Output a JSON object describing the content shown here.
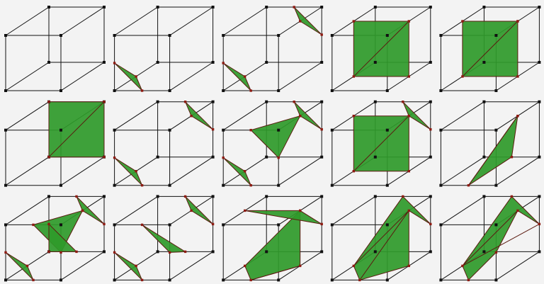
{
  "figure": {
    "grid": {
      "rows": 3,
      "cols": 5
    },
    "colors": {
      "background": "#f3f3f3",
      "edge": "#111111",
      "corner": "#111111",
      "polygon_fill": "#2f9a2a",
      "polygon_stroke": "#5b1b10",
      "cut_point": "#8e1b12"
    },
    "cases": [
      {
        "id": 0,
        "polys": []
      },
      {
        "id": 1,
        "polys": [
          [
            [
              0,
              0,
              0.5
            ],
            [
              0.5,
              0,
              0
            ],
            [
              0,
              0.5,
              0
            ]
          ]
        ]
      },
      {
        "id": 2,
        "polys": [
          [
            [
              0,
              0,
              0.5
            ],
            [
              0.5,
              0,
              0
            ],
            [
              0,
              0.5,
              0
            ]
          ],
          [
            [
              1,
              1,
              0.5
            ],
            [
              1,
              0.5,
              1
            ],
            [
              0.5,
              1,
              1
            ]
          ]
        ]
      },
      {
        "id": 3,
        "polys": [
          [
            [
              0,
              0,
              0.5
            ],
            [
              0,
              1,
              0.5
            ],
            [
              1,
              1,
              0.5
            ],
            [
              1,
              0,
              0.5
            ]
          ],
          [
            [
              0,
              0,
              0.5
            ],
            [
              1,
              1,
              0.5
            ]
          ]
        ]
      },
      {
        "id": 4,
        "polys": [
          [
            [
              0,
              0,
              0.5
            ],
            [
              0,
              1,
              0.5
            ],
            [
              1,
              1,
              0.5
            ],
            [
              1,
              1,
              0.5
            ],
            [
              1,
              0,
              0.5
            ]
          ],
          [
            [
              0,
              0,
              0.5
            ],
            [
              1,
              1,
              0.5
            ]
          ]
        ]
      },
      {
        "id": 5,
        "polys": [
          [
            [
              0,
              0,
              1
            ],
            [
              0,
              1,
              1
            ],
            [
              1,
              1,
              1
            ],
            [
              1,
              0,
              1
            ]
          ],
          [
            [
              0,
              0,
              1
            ],
            [
              1,
              1,
              1
            ]
          ]
        ]
      },
      {
        "id": 6,
        "polys": [
          [
            [
              0.5,
              0,
              0
            ],
            [
              0,
              0,
              0.5
            ],
            [
              0,
              0.5,
              0
            ]
          ],
          [
            [
              1,
              0.5,
              1
            ],
            [
              1,
              1,
              0.5
            ],
            [
              0.5,
              1,
              1
            ]
          ]
        ]
      },
      {
        "id": 7,
        "polys": [
          [
            [
              0.5,
              0,
              0
            ],
            [
              0,
              0,
              0.5
            ],
            [
              0,
              0.5,
              0
            ]
          ],
          [
            [
              0.5,
              1,
              1
            ],
            [
              1,
              0.5,
              1
            ],
            [
              1,
              1,
              0.5
            ]
          ],
          [
            [
              1,
              0.5,
              0
            ],
            [
              1,
              1,
              0.5
            ],
            [
              0.5,
              1,
              0
            ]
          ]
        ]
      },
      {
        "id": 8,
        "polys": [
          [
            [
              0,
              0,
              0.5
            ],
            [
              1,
              0,
              0.5
            ],
            [
              1,
              1,
              0.5
            ],
            [
              0,
              1,
              0.5
            ]
          ],
          [
            [
              0,
              0,
              0.5
            ],
            [
              1,
              1,
              0.5
            ]
          ],
          [
            [
              1,
              0.5,
              1
            ],
            [
              1,
              1,
              0.5
            ],
            [
              0.5,
              1,
              1
            ]
          ]
        ]
      },
      {
        "id": 9,
        "polys": [
          [
            [
              0.5,
              0,
              0
            ],
            [
              0.5,
              0,
              1
            ],
            [
              1,
              1,
              0.5
            ],
            [
              1,
              1,
              0.5
            ]
          ],
          [
            [
              0.5,
              0,
              0
            ],
            [
              1,
              1,
              0.5
            ]
          ]
        ]
      },
      {
        "id": 10,
        "polys": [
          [
            [
              0,
              0,
              0.5
            ],
            [
              0.5,
              0,
              0
            ],
            [
              0,
              0.5,
              0
            ]
          ],
          [
            [
              1,
              1,
              0.5
            ],
            [
              1,
              0.5,
              1
            ],
            [
              0.5,
              1,
              1
            ]
          ],
          [
            [
              1,
              0.5,
              0
            ],
            [
              0.5,
              1,
              0
            ],
            [
              1,
              1,
              0.5
            ]
          ],
          [
            [
              0.5,
              0,
              1
            ],
            [
              0,
              0.5,
              1
            ],
            [
              0,
              0,
              1
            ]
          ]
        ]
      },
      {
        "id": 11,
        "polys": [
          [
            [
              0,
              0,
              0.5
            ],
            [
              0.5,
              0,
              0
            ],
            [
              0,
              0.5,
              0
            ]
          ],
          [
            [
              0.5,
              1,
              1
            ],
            [
              1,
              1,
              0.5
            ],
            [
              1,
              0.5,
              1
            ]
          ],
          [
            [
              0.5,
              0,
              1
            ],
            [
              1,
              0.5,
              0
            ],
            [
              0.5,
              1,
              0
            ]
          ]
        ]
      },
      {
        "id": 12,
        "polys": [
          [
            [
              0,
              0,
              0.5
            ],
            [
              0.5,
              0,
              0
            ],
            [
              1,
              0,
              0.5
            ],
            [
              1,
              1,
              0.5
            ]
          ],
          [
            [
              0,
              1,
              0.5
            ],
            [
              1,
              1,
              0.5
            ],
            [
              1,
              0.5,
              1
            ]
          ],
          [
            [
              0.5,
              0,
              0
            ],
            [
              1,
              0,
              0.5
            ]
          ]
        ]
      },
      {
        "id": 13,
        "polys": [
          [
            [
              0,
              0,
              0.5
            ],
            [
              0.5,
              0,
              0
            ],
            [
              1,
              0,
              0.5
            ],
            [
              1,
              1,
              0.5
            ],
            [
              1,
              0.5,
              1
            ],
            [
              0.5,
              1,
              1
            ]
          ],
          [
            [
              0,
              0,
              0.5
            ],
            [
              1,
              1,
              0.5
            ]
          ],
          [
            [
              0.5,
              0,
              0
            ],
            [
              1,
              1,
              0.5
            ]
          ]
        ]
      },
      {
        "id": 14,
        "polys": [
          [
            [
              0,
              0,
              0.5
            ],
            [
              0.5,
              0,
              0
            ],
            [
              1,
              0.5,
              0
            ],
            [
              1,
              1,
              0.5
            ],
            [
              1,
              0.5,
              1
            ],
            [
              0.5,
              1,
              1
            ]
          ],
          [
            [
              0,
              0,
              0.5
            ],
            [
              1,
              1,
              0.5
            ]
          ],
          [
            [
              0,
              0,
              0.5
            ],
            [
              1,
              0.5,
              1
            ]
          ]
        ]
      }
    ]
  }
}
